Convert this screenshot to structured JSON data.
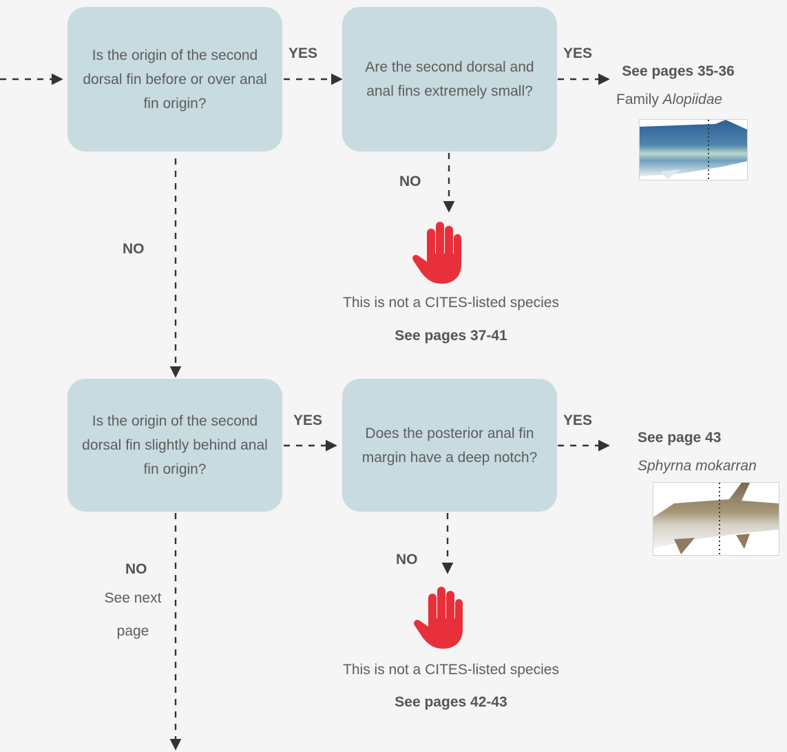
{
  "boxes": {
    "q1": "Is the origin of the second dorsal fin before or over anal fin origin?",
    "q2": "Are the second dorsal and anal fins extremely small?",
    "q3": "Is the origin of the second dorsal fin slightly behind anal fin origin?",
    "q4": "Does the posterior anal fin margin have a deep notch?"
  },
  "labels": {
    "yes_q1": "YES",
    "yes_q2": "YES",
    "yes_q3": "YES",
    "yes_q4": "YES",
    "no_q1": "NO",
    "no_q2": "NO",
    "no_q3": "NO",
    "no_q4": "NO",
    "see_next": "See next",
    "page_word": "page"
  },
  "results": {
    "alopiidae_pages": "See pages 35-36",
    "alopiidae_family_prefix": "Family ",
    "alopiidae_family_name": "Alopiidae",
    "not_cites_1": "This is not a CITES-listed species",
    "not_cites_1_pages": "See pages 37-41",
    "sphyrna_pages": "See page 43",
    "sphyrna_species": "Sphyrna mokarran",
    "not_cites_2": "This is not a CITES-listed species",
    "not_cites_2_pages": "See pages 42-43"
  },
  "colors": {
    "box_fill": "#c8dbe0",
    "stop_hand": "#e8303a",
    "arrow": "#333333"
  },
  "icons": [
    "stop-hand-icon",
    "shark-fin-thumbnail"
  ]
}
